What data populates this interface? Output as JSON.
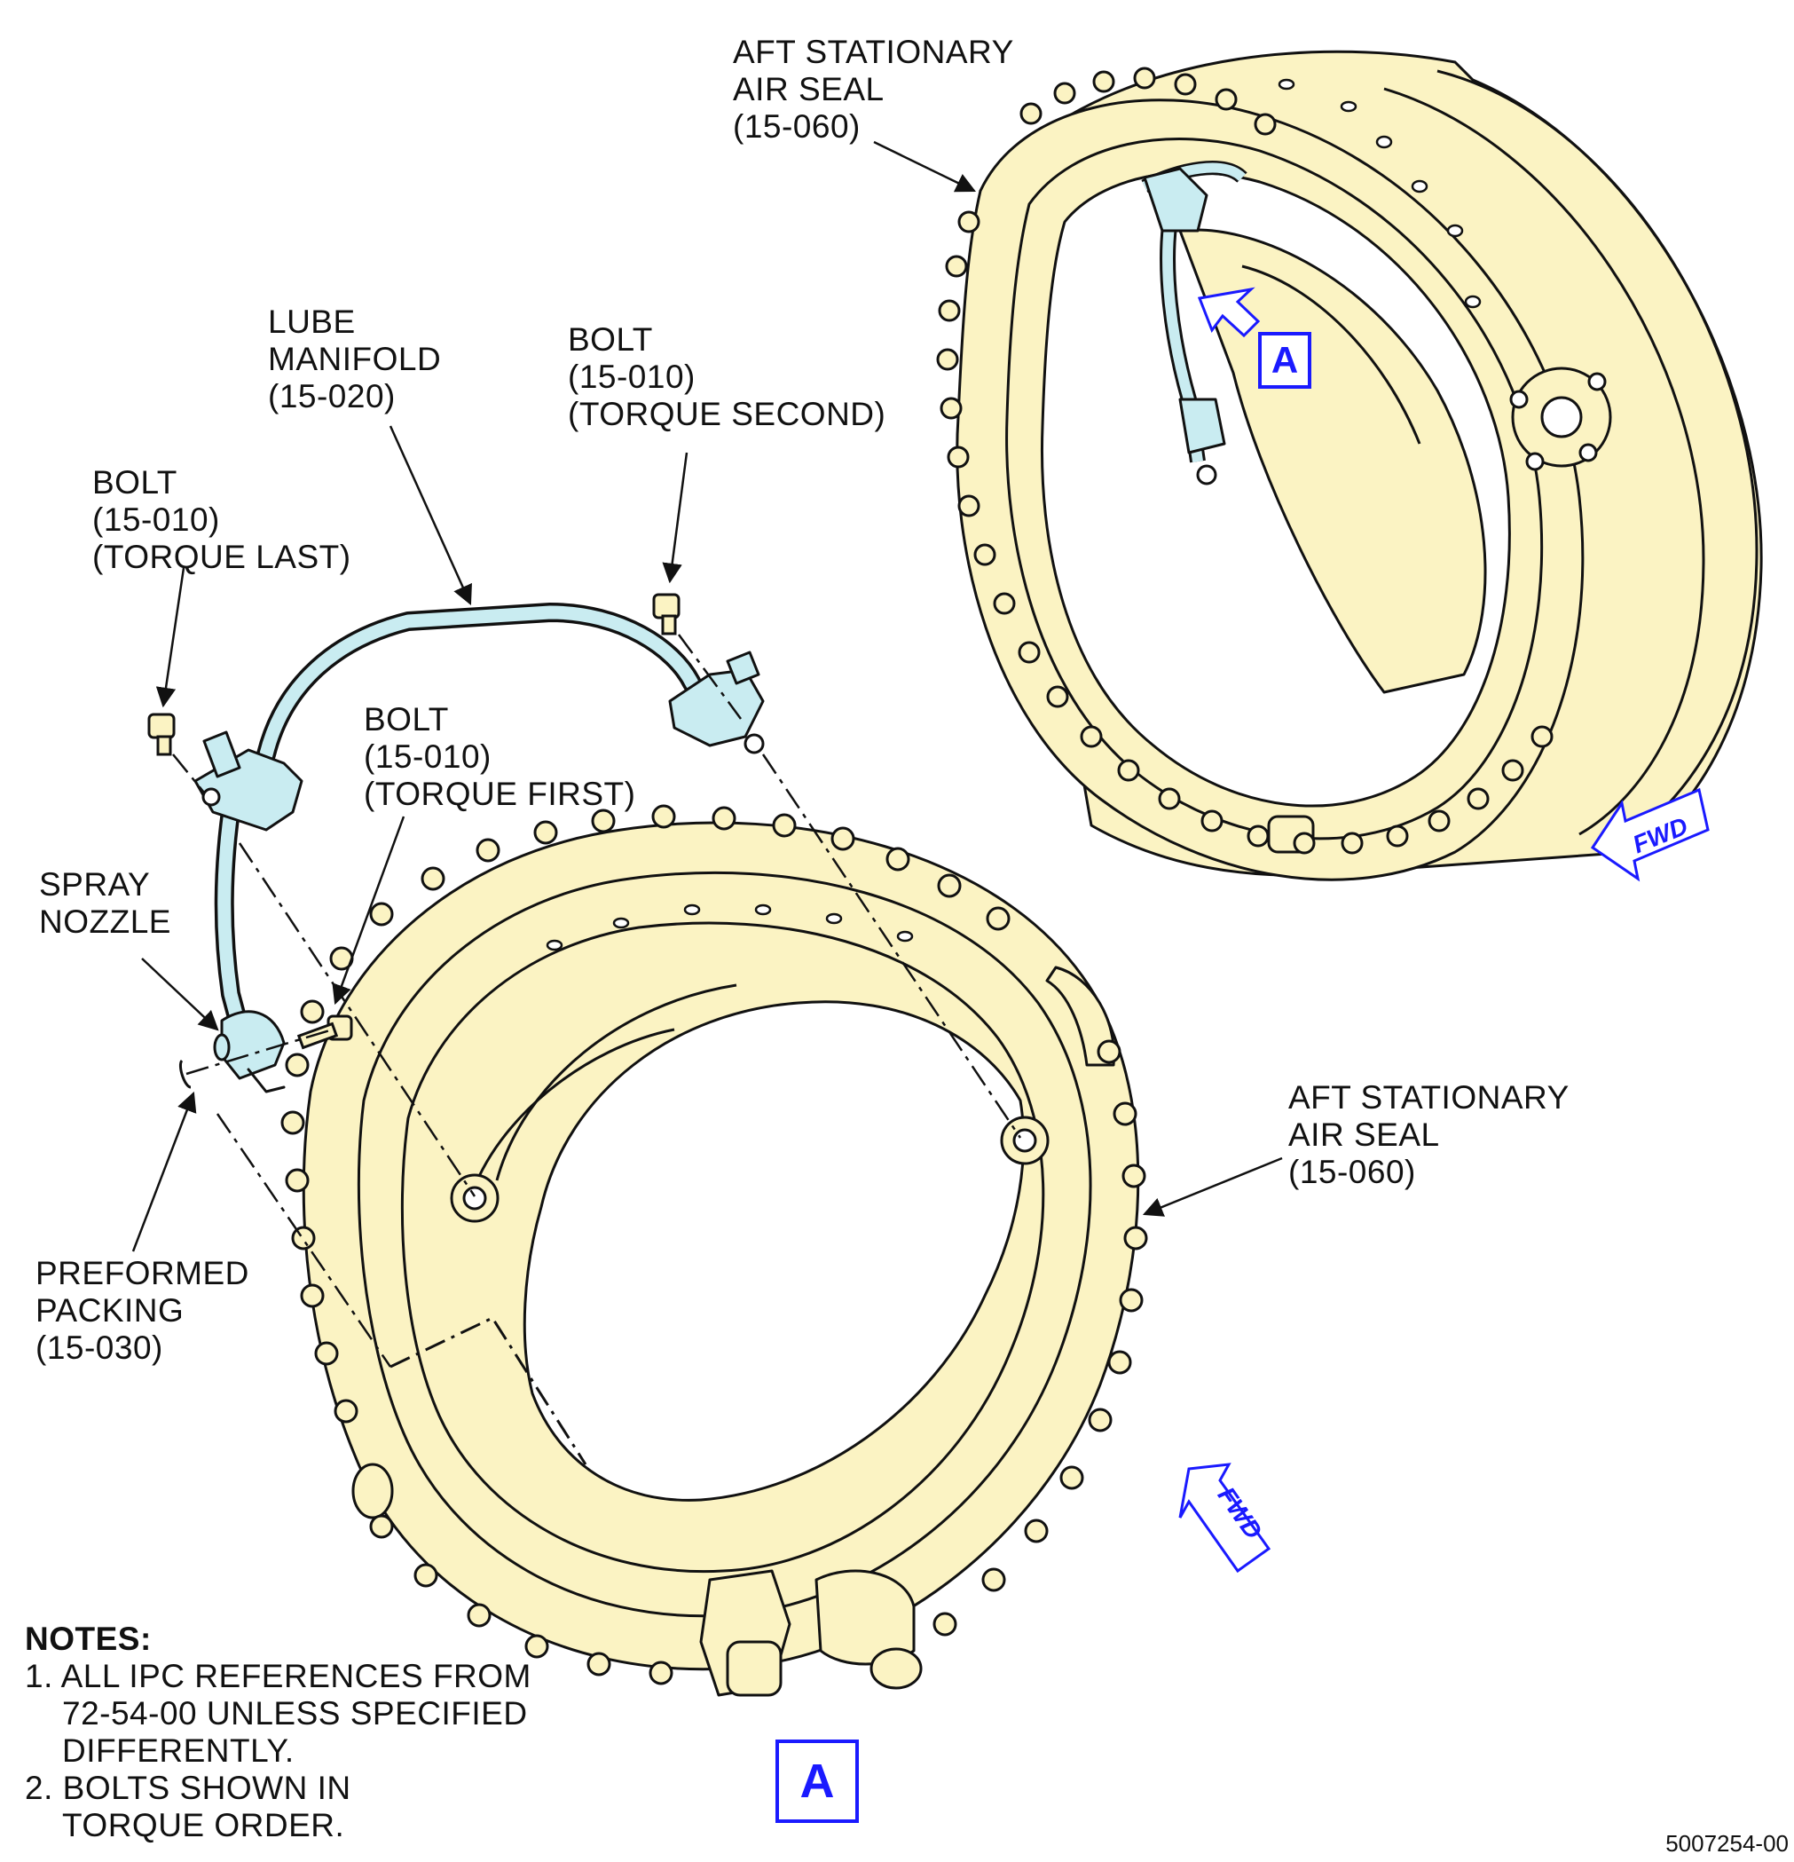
{
  "labels": {
    "aft_seal_top": [
      "AFT STATIONARY",
      "AIR SEAL",
      "(15-060)"
    ],
    "lube_manifold": [
      "LUBE",
      "MANIFOLD",
      "(15-020)"
    ],
    "bolt_second": [
      "BOLT",
      "(15-010)",
      "(TORQUE SECOND)"
    ],
    "bolt_last": [
      "BOLT",
      "(15-010)",
      "(TORQUE LAST)"
    ],
    "bolt_first": [
      "BOLT",
      "(15-010)",
      "(TORQUE FIRST)"
    ],
    "spray_nozzle": [
      "SPRAY",
      "NOZZLE"
    ],
    "preformed_packing": [
      "PREFORMED",
      "PACKING",
      "(15-030)"
    ],
    "aft_seal_bottom": [
      "AFT STATIONARY",
      "AIR SEAL",
      "(15-060)"
    ]
  },
  "view_ref": {
    "top": "A",
    "bottom": "A"
  },
  "fwd_label": "FWD",
  "notes": {
    "title": "NOTES:",
    "items": [
      [
        "1. ALL IPC REFERENCES FROM",
        "72-54-00 UNLESS SPECIFIED",
        "DIFFERENTLY."
      ],
      [
        "2. BOLTS SHOWN IN",
        "TORQUE ORDER."
      ]
    ]
  },
  "doc_number": "5007254-00",
  "colors": {
    "part_fill": "#fbf3c3",
    "manifold_fill": "#c9ecf1",
    "line": "#111111",
    "callout_blue": "#1a1aff"
  }
}
